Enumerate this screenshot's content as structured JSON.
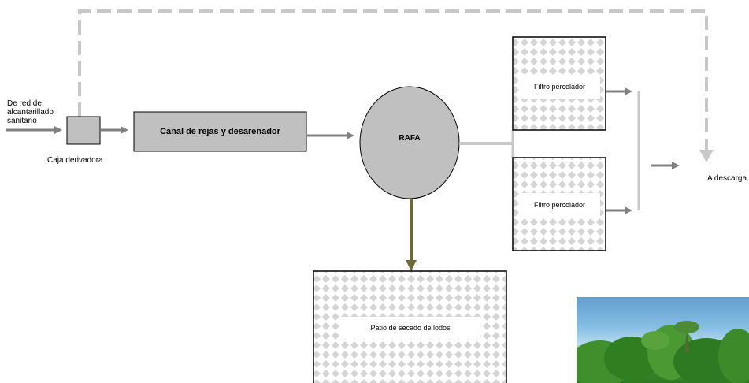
{
  "labels": {
    "source": [
      "De red de",
      "alcantarillado",
      "sanitario"
    ],
    "caja": "Caja derivadora",
    "canal": "Canal de rejas y desarenador",
    "rafa": "RAFA",
    "filtro_top": "Filtro percolador",
    "filtro_bottom": "Filtro percolador",
    "patio": "Patio de secado de lodos",
    "descarga": "A descarga"
  },
  "colors": {
    "box_fill": "#c0c0c0",
    "arrow": "#808080",
    "bypass": "#c8c8c8",
    "sludge_arrow": "#6b6b35",
    "pattern": "#d6d6d6"
  },
  "photo": {
    "description_icon": "vegetation-photo"
  }
}
